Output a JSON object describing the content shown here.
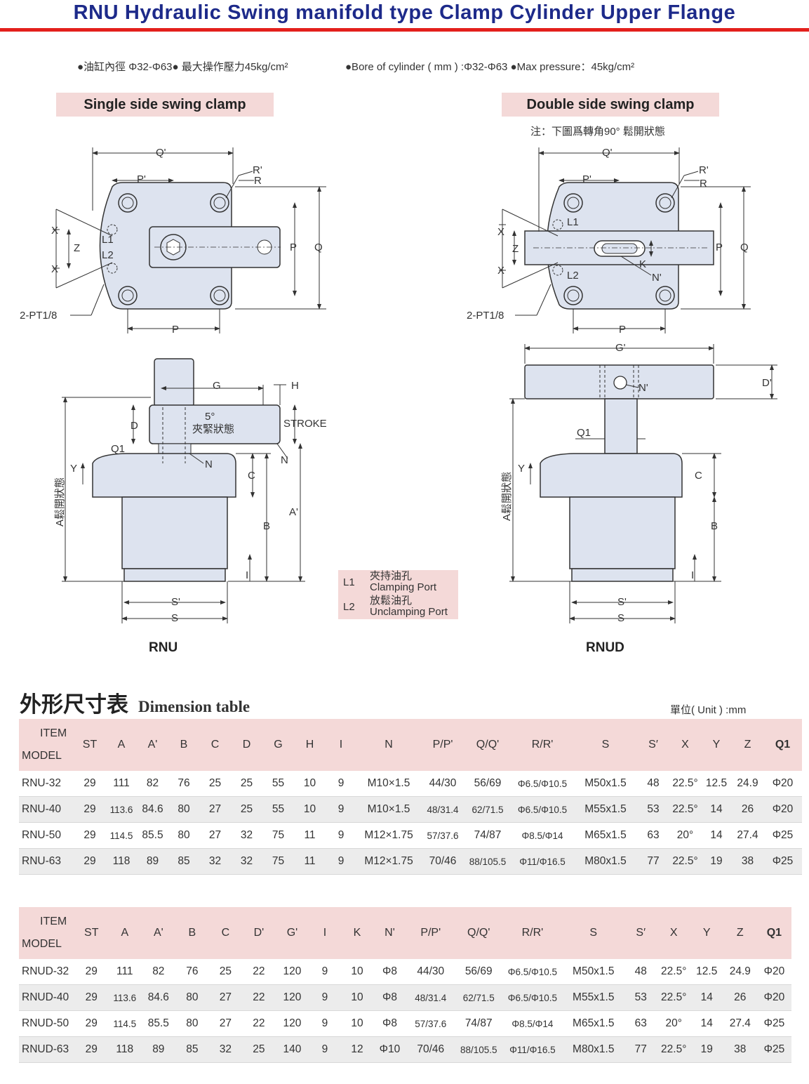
{
  "title": "RNU Hydraulic Swing manifold type Clamp Cylinder Upper Flange",
  "specs": {
    "cn": "●油缸內徑 Φ32-Φ63● 最大操作壓力45kg/cm²",
    "en": "●Bore of cylinder ( mm ) :Φ32-Φ63 ●Max pressure：45kg/cm²"
  },
  "single_label": "Single side swing clamp",
  "double_label": "Double side swing clamp",
  "double_note": "注：下圖爲轉角90° 鬆開狀態",
  "drawing_labels": {
    "Qp": "Q'",
    "Pp": "P'",
    "Rp": "R'",
    "R": "R",
    "P": "P",
    "Q": "Q",
    "X": "X",
    "Z": "Z",
    "L1": "L1",
    "L2": "L2",
    "pt": "2-PT1/8",
    "G": "G",
    "H": "H",
    "D": "D",
    "deg": "5°",
    "clamp_state": "夾緊狀態",
    "stroke": "STROKE",
    "Q1": "Q1",
    "N": "N",
    "Y": "Y",
    "C": "C",
    "A": "A鬆開狀態",
    "Ap": "A'",
    "B": "B",
    "I": "I",
    "Sp": "S'",
    "S": "S",
    "K": "K",
    "Np": "N'",
    "Gp": "G'",
    "Dp": "D'"
  },
  "legend": [
    {
      "key": "L1",
      "cn": "夾持油孔",
      "en": "Clamping Port"
    },
    {
      "key": "L2",
      "cn": "放鬆油孔",
      "en": "Unclamping Port"
    }
  ],
  "model_rnu": "RNU",
  "model_rnud": "RNUD",
  "dim_title_cn": "外形尺寸表",
  "dim_title_en": "Dimension table",
  "unit": "單位( Unit ) :mm",
  "table1": {
    "item": "ITEM",
    "model": "MODEL",
    "headers": [
      "ST",
      "A",
      "A'",
      "B",
      "C",
      "D",
      "G",
      "H",
      "I",
      "N",
      "P/P'",
      "Q/Q'",
      "R/R'",
      "S",
      "S′",
      "X",
      "Y",
      "Z",
      "Q1"
    ],
    "rows": [
      [
        "RNU-32",
        "29",
        "111",
        "82",
        "76",
        "25",
        "25",
        "55",
        "10",
        "9",
        "M10×1.5",
        "44/30",
        "56/69",
        "Φ6.5/Φ10.5",
        "M50x1.5",
        "48",
        "22.5°",
        "12.5",
        "24.9",
        "Φ20"
      ],
      [
        "RNU-40",
        "29",
        "113.6",
        "84.6",
        "80",
        "27",
        "25",
        "55",
        "10",
        "9",
        "M10×1.5",
        "48/31.4",
        "62/71.5",
        "Φ6.5/Φ10.5",
        "M55x1.5",
        "53",
        "22.5°",
        "14",
        "26",
        "Φ20"
      ],
      [
        "RNU-50",
        "29",
        "114.5",
        "85.5",
        "80",
        "27",
        "32",
        "75",
        "11",
        "9",
        "M12×1.75",
        "57/37.6",
        "74/87",
        "Φ8.5/Φ14",
        "M65x1.5",
        "63",
        "20°",
        "14",
        "27.4",
        "Φ25"
      ],
      [
        "RNU-63",
        "29",
        "118",
        "89",
        "85",
        "32",
        "32",
        "75",
        "11",
        "9",
        "M12×1.75",
        "70/46",
        "88/105.5",
        "Φ11/Φ16.5",
        "M80x1.5",
        "77",
        "22.5°",
        "19",
        "38",
        "Φ25"
      ]
    ]
  },
  "table2": {
    "item": "ITEM",
    "model": "MODEL",
    "headers": [
      "ST",
      "A",
      "A'",
      "B",
      "C",
      "D'",
      "G'",
      "I",
      "K",
      "N'",
      "P/P'",
      "Q/Q'",
      "R/R'",
      "S",
      "S′",
      "X",
      "Y",
      "Z",
      "Q1"
    ],
    "rows": [
      [
        "RNUD-32",
        "29",
        "111",
        "82",
        "76",
        "25",
        "22",
        "120",
        "9",
        "10",
        "Φ8",
        "44/30",
        "56/69",
        "Φ6.5/Φ10.5",
        "M50x1.5",
        "48",
        "22.5°",
        "12.5",
        "24.9",
        "Φ20"
      ],
      [
        "RNUD-40",
        "29",
        "113.6",
        "84.6",
        "80",
        "27",
        "22",
        "120",
        "9",
        "10",
        "Φ8",
        "48/31.4",
        "62/71.5",
        "Φ6.5/Φ10.5",
        "M55x1.5",
        "53",
        "22.5°",
        "14",
        "26",
        "Φ20"
      ],
      [
        "RNUD-50",
        "29",
        "114.5",
        "85.5",
        "80",
        "27",
        "22",
        "120",
        "9",
        "10",
        "Φ8",
        "57/37.6",
        "74/87",
        "Φ8.5/Φ14",
        "M65x1.5",
        "63",
        "20°",
        "14",
        "27.4",
        "Φ25"
      ],
      [
        "RNUD-63",
        "29",
        "118",
        "89",
        "85",
        "32",
        "25",
        "140",
        "9",
        "12",
        "Φ10",
        "70/46",
        "88/105.5",
        "Φ11/Φ16.5",
        "M80x1.5",
        "77",
        "22.5°",
        "19",
        "38",
        "Φ25"
      ]
    ]
  }
}
